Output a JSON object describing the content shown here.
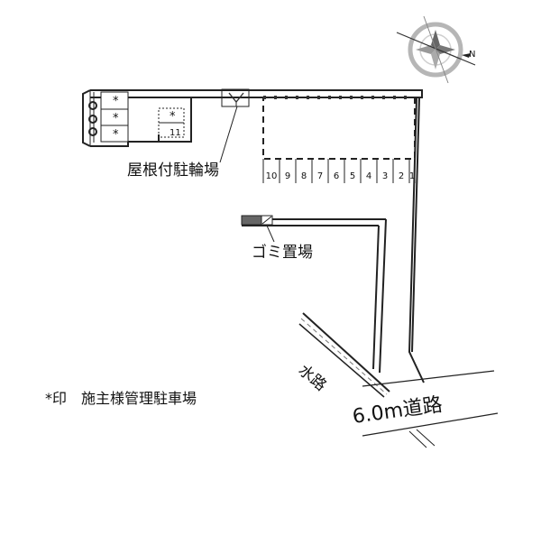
{
  "labels": {
    "bicycle": "屋根付駐輪場",
    "garbage": "ゴミ置場",
    "water": "水路",
    "road": "6.0m道路",
    "legend": "*印　施主様管理駐車場"
  },
  "parking": {
    "mark": "*",
    "spaces": [
      "10",
      "9",
      "8",
      "7",
      "6",
      "5",
      "4",
      "3",
      "2",
      "1"
    ],
    "left_space": "11"
  },
  "compass": {
    "north_letter": "N"
  }
}
